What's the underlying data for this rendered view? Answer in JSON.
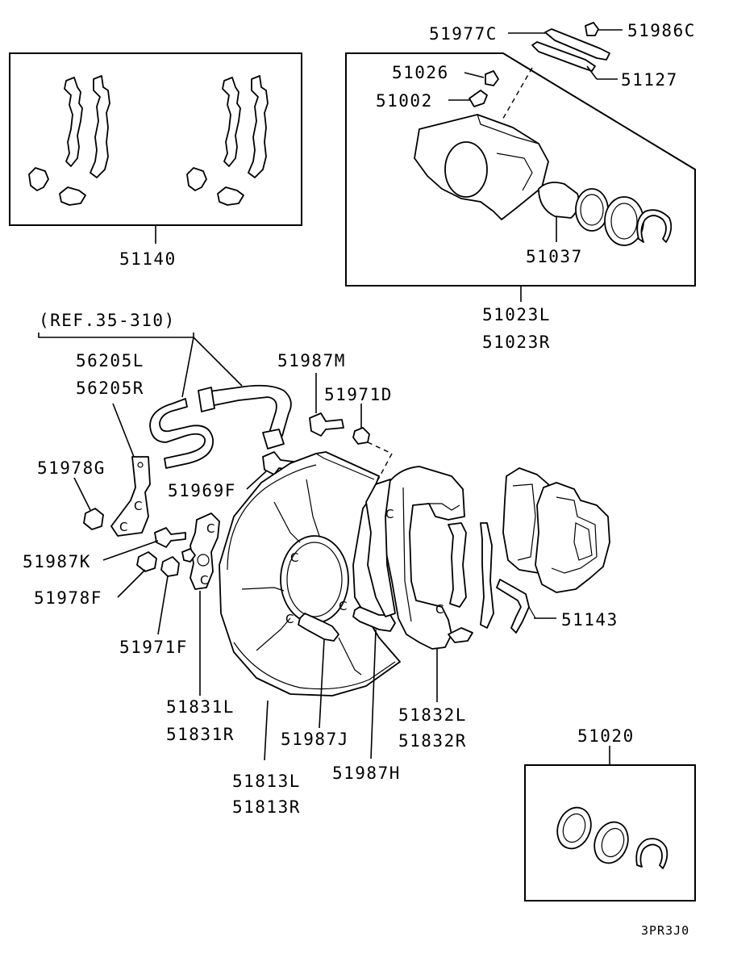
{
  "labels": {
    "p51140": "51140",
    "p51977C": "51977C",
    "p51986C": "51986C",
    "p51026": "51026",
    "p51127": "51127",
    "p51002": "51002",
    "p51037": "51037",
    "p51023L": "51023L",
    "p51023R": "51023R",
    "ref": "(REF.35-310)",
    "p56205L": "56205L",
    "p56205R": "56205R",
    "p51987M": "51987M",
    "p51971D": "51971D",
    "p51978G": "51978G",
    "p51969F": "51969F",
    "p51987K": "51987K",
    "p51978F": "51978F",
    "p51143": "51143",
    "p51971F": "51971F",
    "p51831L": "51831L",
    "p51831R": "51831R",
    "p51832L": "51832L",
    "p51832R": "51832R",
    "p51987J": "51987J",
    "p51987H": "51987H",
    "p51813L": "51813L",
    "p51813R": "51813R",
    "p51020": "51020",
    "code": "3PR3J0"
  },
  "clip_marks": {
    "c": "C"
  }
}
